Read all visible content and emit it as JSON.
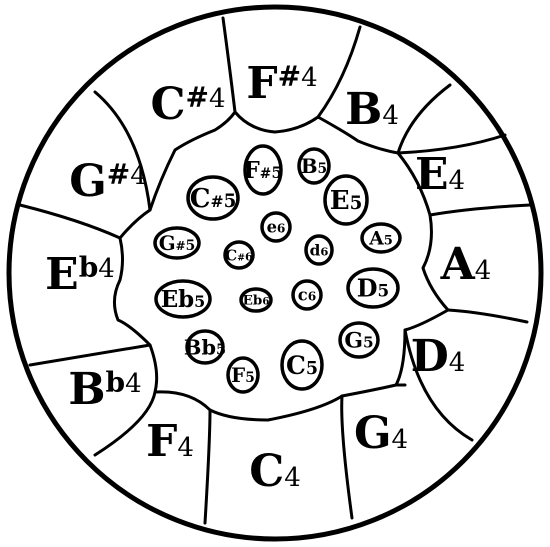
{
  "colors": {
    "ink": "#000000",
    "paper": "#ffffff"
  },
  "outer_notes": [
    {
      "id": "fs4",
      "letter": "F",
      "accidental": "#",
      "octave": "4"
    },
    {
      "id": "b4",
      "letter": "B",
      "accidental": "",
      "octave": "4"
    },
    {
      "id": "e4",
      "letter": "E",
      "accidental": "",
      "octave": "4"
    },
    {
      "id": "a4",
      "letter": "A",
      "accidental": "",
      "octave": "4"
    },
    {
      "id": "d4",
      "letter": "D",
      "accidental": "",
      "octave": "4"
    },
    {
      "id": "g4",
      "letter": "G",
      "accidental": "",
      "octave": "4"
    },
    {
      "id": "c4",
      "letter": "C",
      "accidental": "",
      "octave": "4"
    },
    {
      "id": "f4",
      "letter": "F",
      "accidental": "",
      "octave": "4"
    },
    {
      "id": "bb4",
      "letter": "B",
      "accidental": "b",
      "octave": "4"
    },
    {
      "id": "eb4",
      "letter": "E",
      "accidental": "b",
      "octave": "4"
    },
    {
      "id": "gs4",
      "letter": "G",
      "accidental": "#",
      "octave": "4"
    },
    {
      "id": "cs4",
      "letter": "C",
      "accidental": "#",
      "octave": "4"
    }
  ],
  "middle_notes": [
    {
      "id": "fs5",
      "letter": "F",
      "accidental": "#",
      "octave": "5"
    },
    {
      "id": "b5",
      "letter": "B",
      "accidental": "",
      "octave": "5"
    },
    {
      "id": "e5",
      "letter": "E",
      "accidental": "",
      "octave": "5"
    },
    {
      "id": "a5",
      "letter": "A",
      "accidental": "",
      "octave": "5"
    },
    {
      "id": "d5",
      "letter": "D",
      "accidental": "",
      "octave": "5"
    },
    {
      "id": "g5",
      "letter": "G",
      "accidental": "",
      "octave": "5"
    },
    {
      "id": "c5",
      "letter": "C",
      "accidental": "",
      "octave": "5"
    },
    {
      "id": "f5",
      "letter": "F",
      "accidental": "",
      "octave": "5"
    },
    {
      "id": "bb5",
      "letter": "Bb",
      "accidental": "",
      "octave": "5"
    },
    {
      "id": "eb5",
      "letter": "Eb",
      "accidental": "",
      "octave": "5"
    },
    {
      "id": "gs5",
      "letter": "G",
      "accidental": "#",
      "octave": "5"
    },
    {
      "id": "cs5",
      "letter": "C",
      "accidental": "#",
      "octave": "5"
    }
  ],
  "center_notes": [
    {
      "id": "e6",
      "letter": "e",
      "accidental": "",
      "octave": "6"
    },
    {
      "id": "d6",
      "letter": "d",
      "accidental": "",
      "octave": "6"
    },
    {
      "id": "c6",
      "letter": "c",
      "accidental": "",
      "octave": "6"
    },
    {
      "id": "eb6",
      "letter": "Eb",
      "accidental": "",
      "octave": "6"
    },
    {
      "id": "cs6",
      "letter": "C",
      "accidental": "#",
      "octave": "6"
    }
  ]
}
